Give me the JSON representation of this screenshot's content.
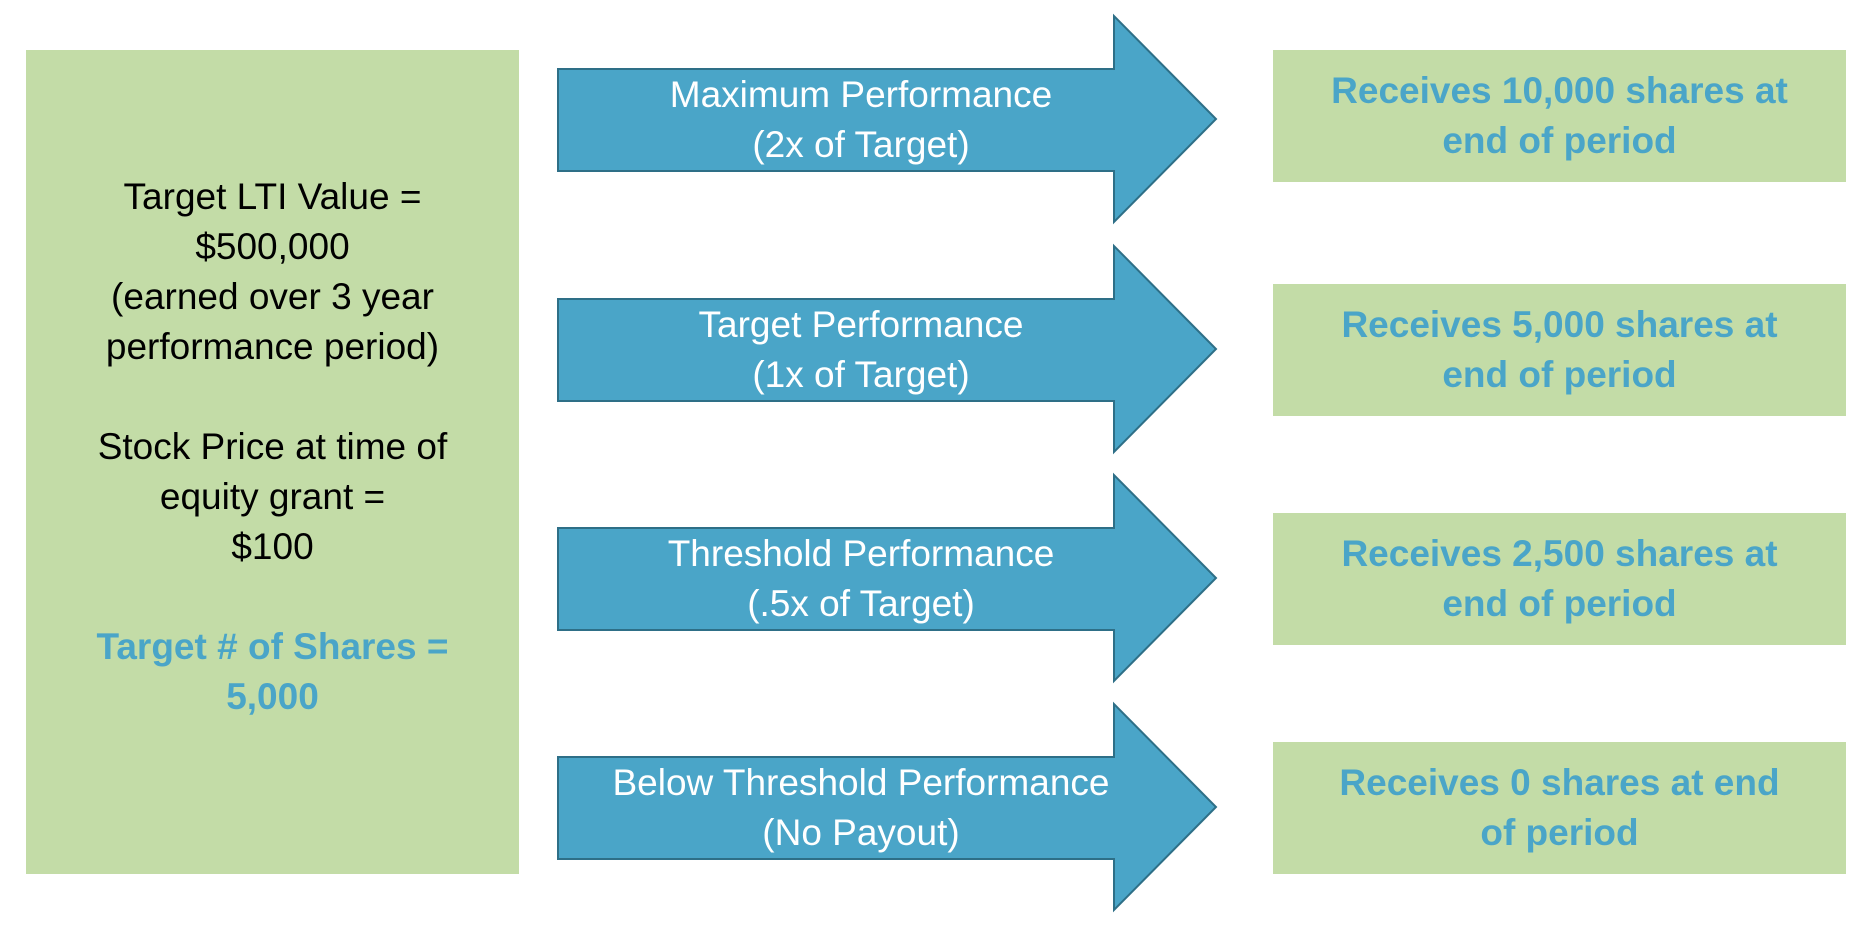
{
  "colors": {
    "panel_fill": "#c3dca7",
    "arrow_fill": "#4aa5c8",
    "arrow_stroke": "#2e6f87",
    "accent_text": "#4aa5c8",
    "body_text": "#000000",
    "arrow_text": "#ffffff"
  },
  "left_panel": {
    "lines": [
      "Target LTI Value =",
      "$500,000",
      "(earned over 3 year",
      "performance period)",
      "Stock Price at time of",
      "equity grant =",
      "$100"
    ],
    "target_shares_line1": "Target # of Shares =",
    "target_shares_line2": "5,000"
  },
  "arrows": [
    {
      "line1": "Maximum Performance",
      "line2": "(2x of Target)"
    },
    {
      "line1": "Target Performance",
      "line2": "(1x of Target)"
    },
    {
      "line1": "Threshold Performance",
      "line2": "(.5x of Target)"
    },
    {
      "line1": "Below Threshold Performance",
      "line2": "(No Payout)"
    }
  ],
  "results": [
    {
      "line1": "Receives 10,000 shares at",
      "line2": "end of period"
    },
    {
      "line1": "Receives 5,000 shares at",
      "line2": "end of period"
    },
    {
      "line1": "Receives 2,500 shares at",
      "line2": "end of period"
    },
    {
      "line1": "Receives 0 shares at end",
      "line2": "of period"
    }
  ]
}
